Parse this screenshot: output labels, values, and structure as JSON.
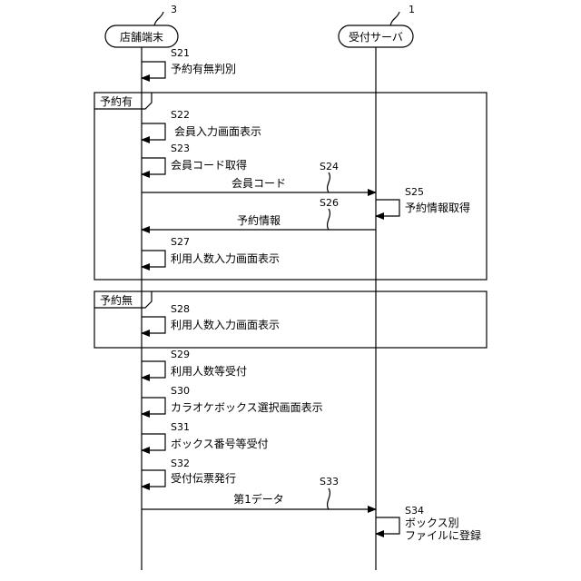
{
  "participants": [
    {
      "id": "store_terminal",
      "label": "店舗端末",
      "ref": "3"
    },
    {
      "id": "reception_server",
      "label": "受付サーバ",
      "ref": "1"
    }
  ],
  "fragments": [
    {
      "label": "予約有"
    },
    {
      "label": "予約無"
    }
  ],
  "steps": [
    {
      "id": "S21",
      "text": "予約有無判別"
    },
    {
      "id": "S22",
      "text": "会員入力画面表示"
    },
    {
      "id": "S23",
      "text": "会員コード取得"
    },
    {
      "id": "S24",
      "text": "会員コード"
    },
    {
      "id": "S25",
      "text": "予約情報取得"
    },
    {
      "id": "S26",
      "text": "予約情報"
    },
    {
      "id": "S27",
      "text": "利用人数入力画面表示"
    },
    {
      "id": "S28",
      "text": "利用人数入力画面表示"
    },
    {
      "id": "S29",
      "text": "利用人数等受付"
    },
    {
      "id": "S30",
      "text": "カラオケボックス選択画面表示"
    },
    {
      "id": "S31",
      "text": "ボックス番号等受付"
    },
    {
      "id": "S32",
      "text": "受付伝票発行"
    },
    {
      "id": "S33",
      "text": "第1データ"
    },
    {
      "id": "S34",
      "text": "ボックス別",
      "text2": "ファイルに登録"
    }
  ]
}
